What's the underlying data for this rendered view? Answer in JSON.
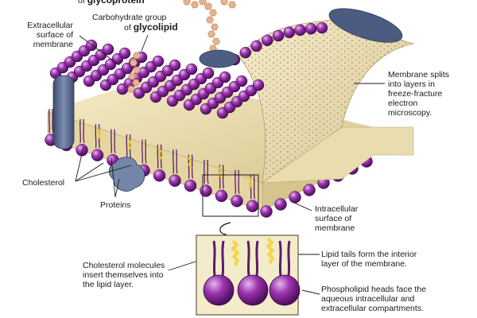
{
  "labels": {
    "glycoprotein_prefix": "of",
    "glycoprotein_bold": "glycoprotein",
    "carb_line1": "Carbohydrate group",
    "carb_line2_prefix": "of",
    "carb_line2_bold": "glycolipid",
    "extracellular": [
      "Extracellular",
      "surface of",
      "membrane"
    ],
    "membrane_splits": [
      "Membrane splits",
      "into layers in",
      "freeze-fracture",
      "electron",
      "microscopy."
    ],
    "cholesterol": "Cholesterol",
    "proteins": "Proteins",
    "intracellular": [
      "Intracellular",
      "surface of",
      "membrane"
    ],
    "cholesterol_molecules": [
      "Cholesterol molecules",
      "insert themselves into",
      "the lipid layer."
    ],
    "lipid_tails": [
      "Lipid tails form the interior",
      "layer of the membrane."
    ],
    "phospholipid_heads": [
      "Phospholipid heads face the",
      "aqueous intracellular and",
      "extracellular compartments."
    ]
  },
  "colors": {
    "head_purple": "#8a2a9a",
    "head_highlight": "#d9a0e0",
    "membrane_interior": "#efe2b3",
    "protein_blue": "#5e6f92",
    "carb_peach": "#e8b48c",
    "cholesterol_yellow": "#f1d64a",
    "inset_bg": "#f3eccb"
  }
}
